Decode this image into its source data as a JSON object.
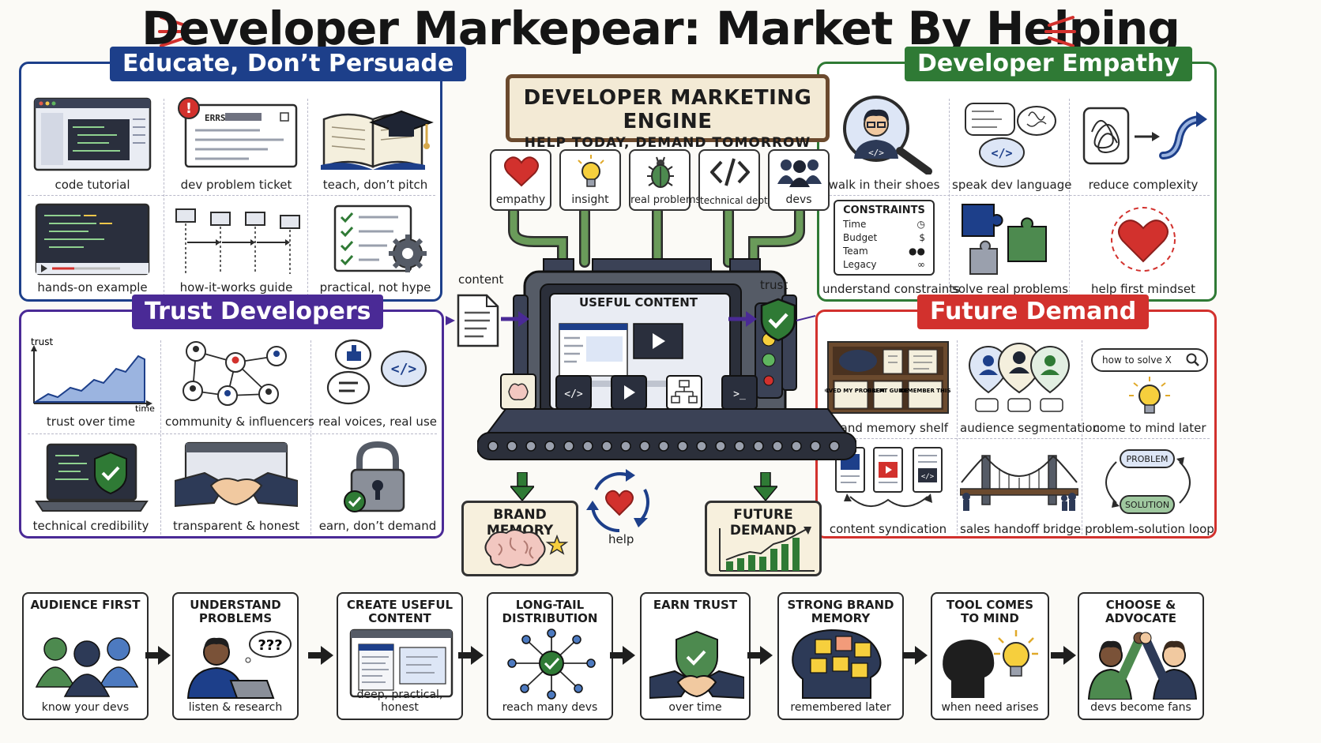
{
  "title": "Developer Markepear: Market By Helping",
  "colors": {
    "blue": "#1d3f8a",
    "green": "#2f7a35",
    "purple": "#4a2a96",
    "red": "#d2312d"
  },
  "educate": {
    "title": "Educate, Don’t Persuade",
    "items": [
      "code tutorial",
      "dev problem ticket",
      "teach, don’t pitch",
      "hands-on example",
      "how-it-works guide",
      "practical, not hype"
    ],
    "ticket_text": "ERRS"
  },
  "trust": {
    "title": "Trust Developers",
    "items": [
      "trust over time",
      "community & influencers",
      "real voices, real use",
      "technical credibility",
      "transparent & honest",
      "earn, don’t demand"
    ],
    "chart_axis_y": "trust",
    "chart_axis_x": "time"
  },
  "empathy": {
    "title": "Developer Empathy",
    "items": [
      "walk in their shoes",
      "speak dev language",
      "reduce complexity",
      "understand constraints",
      "solve real problems",
      "help first mindset"
    ],
    "constraints_title": "CONSTRAINTS",
    "constraints": [
      "Time",
      "Budget",
      "Team",
      "Legacy"
    ]
  },
  "future": {
    "title": "Future Demand",
    "items": [
      "brand memory shelf",
      "audience segmentation",
      "come to mind later",
      "content syndication",
      "sales handoff bridge",
      "problem-solution loop"
    ],
    "shelf_books": [
      "SOLVED MY PROBLEM",
      "GREAT GUIDE",
      "REMEMBER THIS"
    ],
    "search_text": "how to solve X",
    "loop_top": "PROBLEM",
    "loop_bottom": "SOLUTION"
  },
  "engine": {
    "title": "DEVELOPER MARKETING ENGINE",
    "subtitle": "HELP TODAY, DEMAND TOMORROW",
    "inputs": [
      "empathy",
      "insight",
      "real problems",
      "technical depth",
      "devs"
    ],
    "screen_title": "USEFUL CONTENT",
    "left_label": "content",
    "right_label": "trust",
    "outputs": [
      "BRAND MEMORY",
      "FUTURE DEMAND"
    ],
    "center_label": "help"
  },
  "steps": [
    {
      "title": "AUDIENCE FIRST",
      "label": "know your devs"
    },
    {
      "title": "UNDERSTAND PROBLEMS",
      "label": "listen & research"
    },
    {
      "title": "CREATE USEFUL CONTENT",
      "label": "deep, practical, honest"
    },
    {
      "title": "LONG-TAIL DISTRIBUTION",
      "label": "reach many devs"
    },
    {
      "title": "EARN TRUST",
      "label": "over time"
    },
    {
      "title": "STRONG BRAND MEMORY",
      "label": "remembered later"
    },
    {
      "title": "TOOL COMES TO MIND",
      "label": "when need arises"
    },
    {
      "title": "CHOOSE & ADVOCATE",
      "label": "devs become fans"
    }
  ]
}
